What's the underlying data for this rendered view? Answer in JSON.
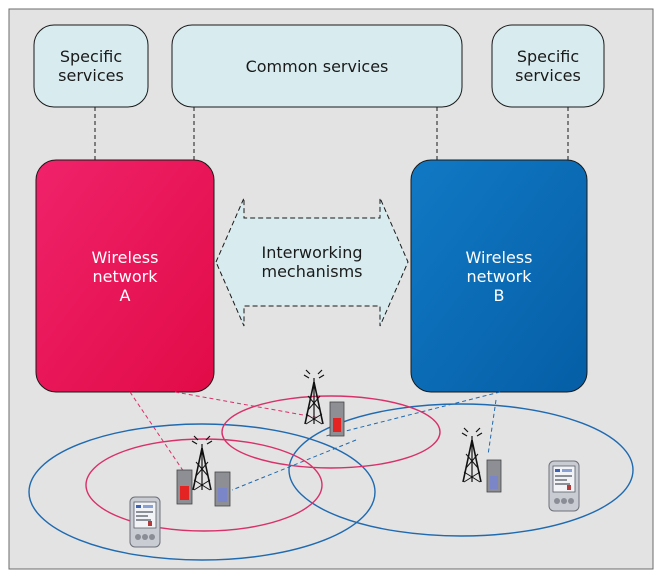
{
  "services": {
    "left": [
      "Specific",
      "services"
    ],
    "center": "Common services",
    "right": [
      "Specific",
      "services"
    ]
  },
  "networks": {
    "a": [
      "Wireless",
      "network",
      "A"
    ],
    "b": [
      "Wireless",
      "network",
      "B"
    ]
  },
  "interworking": [
    "Interworking",
    "mechanisms"
  ],
  "colors": {
    "background": "#e3e3e3",
    "service_box": "#d8ecf0",
    "network_a": "#ee1253",
    "network_b": "#0a6fb8",
    "cell_a": "#d8306a",
    "cell_b": "#1f6ab0"
  },
  "icons": [
    "cell-tower-icon",
    "base-station-icon",
    "pda-handheld-icon"
  ]
}
